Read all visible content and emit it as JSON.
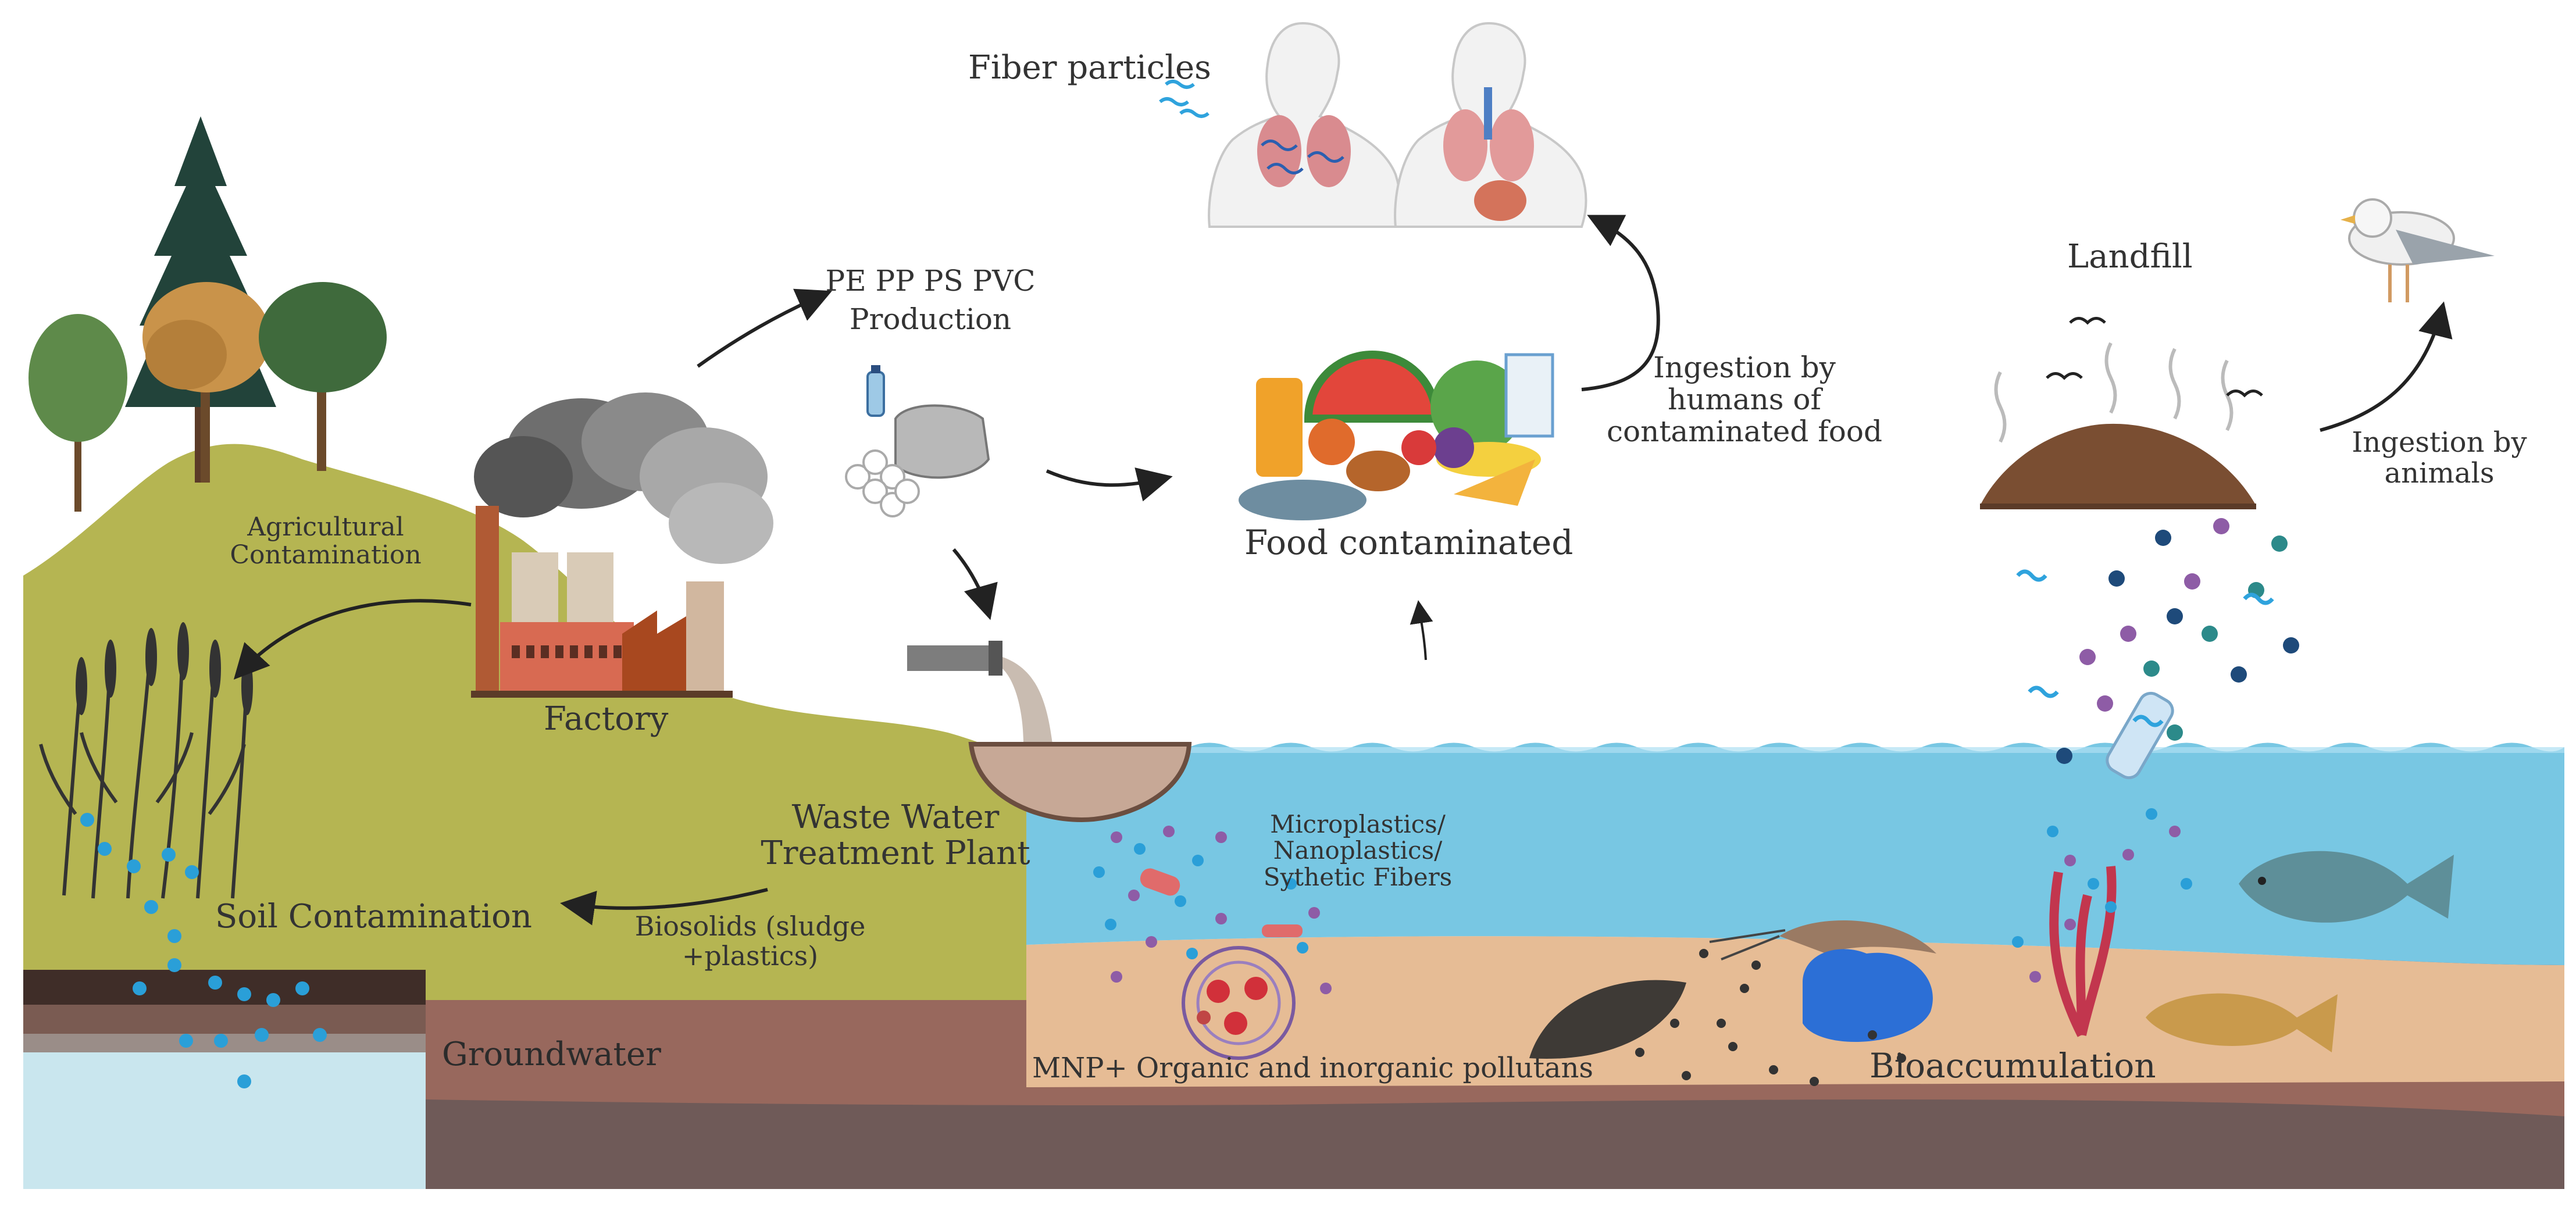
{
  "labels": {
    "fiber_particles": "Fiber particles",
    "production_line1": "PE PP PS PVC",
    "production_line2": "Production",
    "landfill": "Landfill",
    "ingestion_humans_l1": "Ingestion by",
    "ingestion_humans_l2": "humans of",
    "ingestion_humans_l3": "contaminated food",
    "ingestion_animals_l1": "Ingestion by",
    "ingestion_animals_l2": "animals",
    "food_contaminated": "Food contaminated",
    "agricultural_l1": "Agricultural",
    "agricultural_l2": "Contamination",
    "factory": "Factory",
    "wwtp_l1": "Waste Water",
    "wwtp_l2": "Treatment Plant",
    "micro_l1": "Microplastics/",
    "micro_l2": "Nanoplastics/",
    "micro_l3": "Sythetic Fibers",
    "soil_contamination": "Soil Contamination",
    "biosolids_l1": "Biosolids (sludge",
    "biosolids_l2": "+plastics)",
    "groundwater": "Groundwater",
    "mnp": "MNP+ Organic and inorganic pollutans",
    "bioaccumulation": "Bioaccumulation"
  },
  "colors": {
    "hill": "#b5b552",
    "water": "#78c7e3",
    "water_deep": "#5fb4d8",
    "sand": "#e6bc95",
    "earth": "#98685d",
    "bedrock": "#6f5a58",
    "groundwater": "#c9e6ee",
    "arrow": "#222222",
    "particle_blue": "#2a9fd8",
    "particle_purple": "#8e5ca6"
  }
}
